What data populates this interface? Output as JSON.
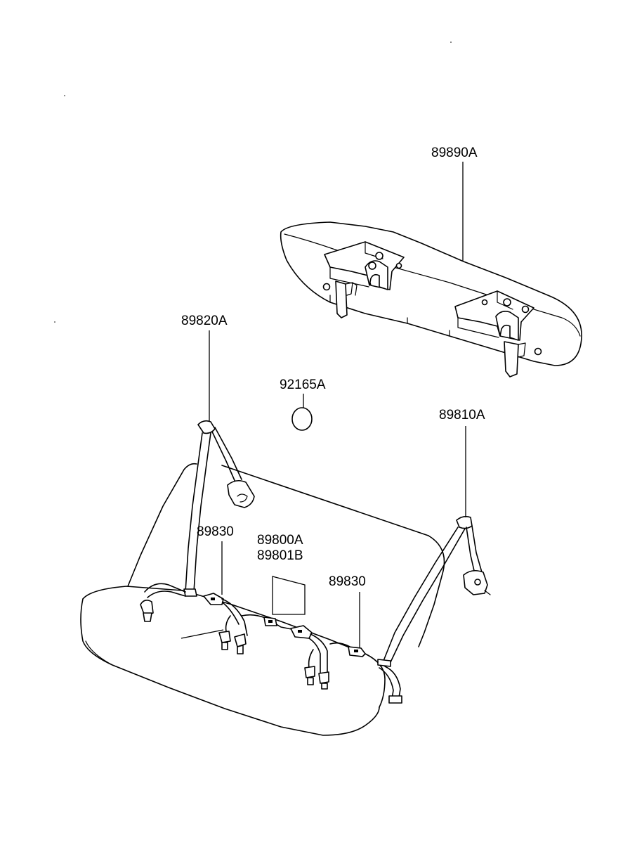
{
  "labels": {
    "shelf": "89890A",
    "left_belt": "89820A",
    "cap": "92165A",
    "right_belt": "89810A",
    "buckle_left": "89830",
    "center_a": "89800A",
    "center_b": "89801B",
    "buckle_right": "89830"
  }
}
